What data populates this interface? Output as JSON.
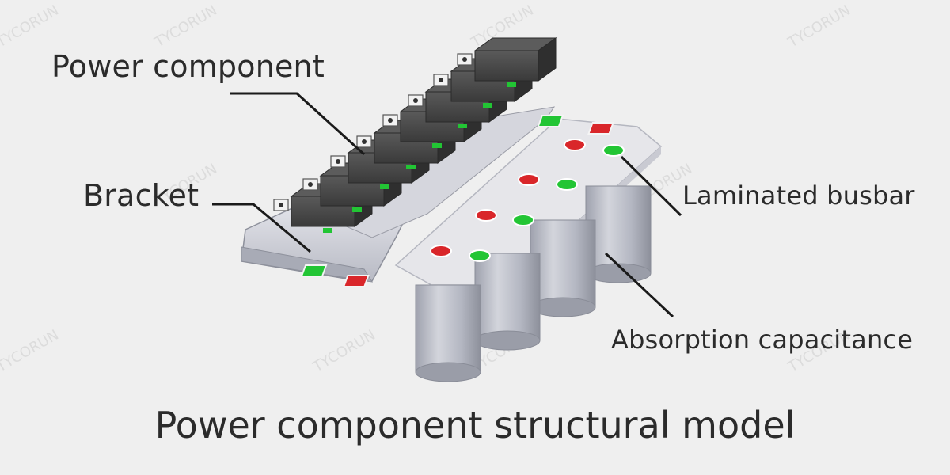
{
  "labels": {
    "power_component": "Power component",
    "bracket": "Bracket",
    "laminated_busbar": "Laminated busbar",
    "absorption_capacitance": "Absorption capacitance"
  },
  "caption": "Power component structural model",
  "watermark": "TYCORUN",
  "colors": {
    "background": "#efefef",
    "text": "#2b2b2b",
    "terminal_positive": "#d9262a",
    "terminal_negative": "#22c534",
    "module_dark": "#3d3d3d",
    "capacitor": "#b9bcc6",
    "busbar": "#e6e6ea",
    "leader_line": "#1a1a1a"
  }
}
